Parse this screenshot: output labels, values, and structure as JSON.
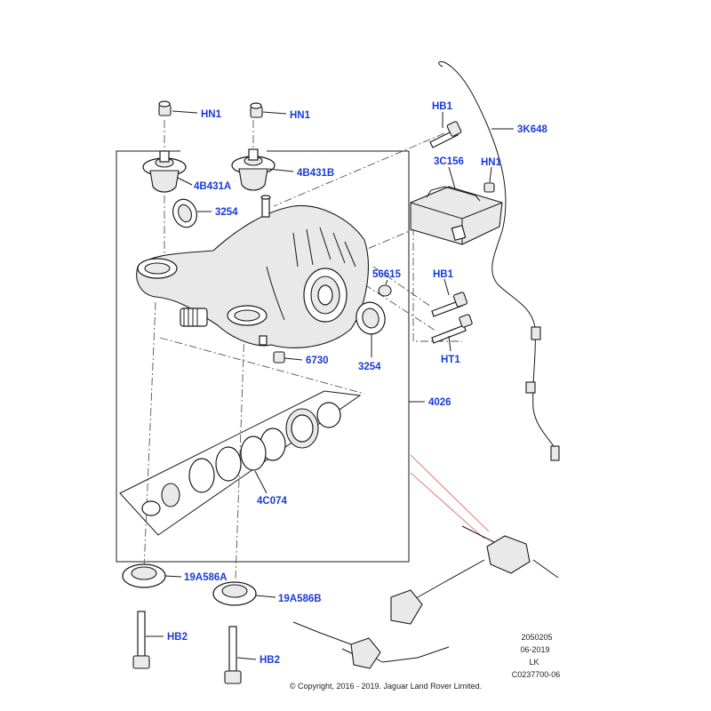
{
  "diagram": {
    "label_color": "#1a3bd6",
    "callouts": {
      "hn1_left": "HN1",
      "hn1_mid": "HN1",
      "b4431a": "4B431A",
      "b4431b": "4B431B",
      "seal_3254_top": "3254",
      "hb1_top": "HB1",
      "k3648": "3K648",
      "c3156": "3C156",
      "hn1_right": "HN1",
      "n56615": "56615",
      "hb1_right": "HB1",
      "ht1": "HT1",
      "n6730": "6730",
      "seal_3254_bottom": "3254",
      "n4026": "4026",
      "c4074": "4C074",
      "a19586a": "19A586A",
      "a19586b": "19A586B",
      "hb2_left": "HB2",
      "hb2_right": "HB2"
    },
    "footer": {
      "code": "2050205",
      "date": "06-2019",
      "initials": "LK",
      "ref": "C0237700-06",
      "copyright": "© Copyright, 2016 - 2019. Jaguar Land Rover Limited."
    }
  }
}
